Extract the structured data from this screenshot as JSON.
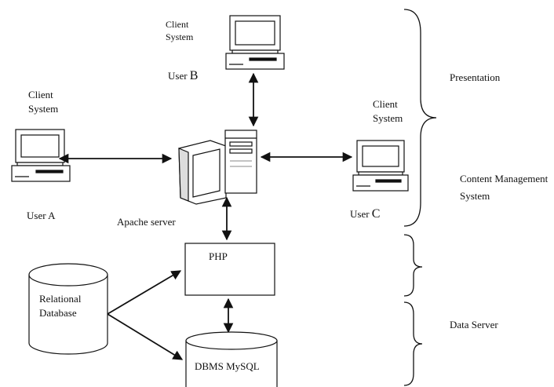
{
  "client_b": {
    "line1": "Client",
    "line2": "System",
    "user_prefix": "User ",
    "user_letter": "B"
  },
  "client_a": {
    "line1": "Client",
    "line2": "System",
    "user": "User A"
  },
  "client_c": {
    "line1": "Client",
    "line2": "System",
    "user_prefix": "User ",
    "user_letter": "C"
  },
  "server": {
    "label": "Apache server"
  },
  "php": {
    "label": "PHP"
  },
  "relational_db": {
    "line1": "Relational",
    "line2": "Database"
  },
  "mysql": {
    "label": "DBMS MySQL"
  },
  "tiers": {
    "presentation": "Presentation",
    "cms_line1": "Content Management",
    "cms_line2": "System",
    "data_server": "Data Server"
  },
  "colors": {
    "ink": "#111111",
    "screen": "#ffffff",
    "background": "#ffffff"
  }
}
